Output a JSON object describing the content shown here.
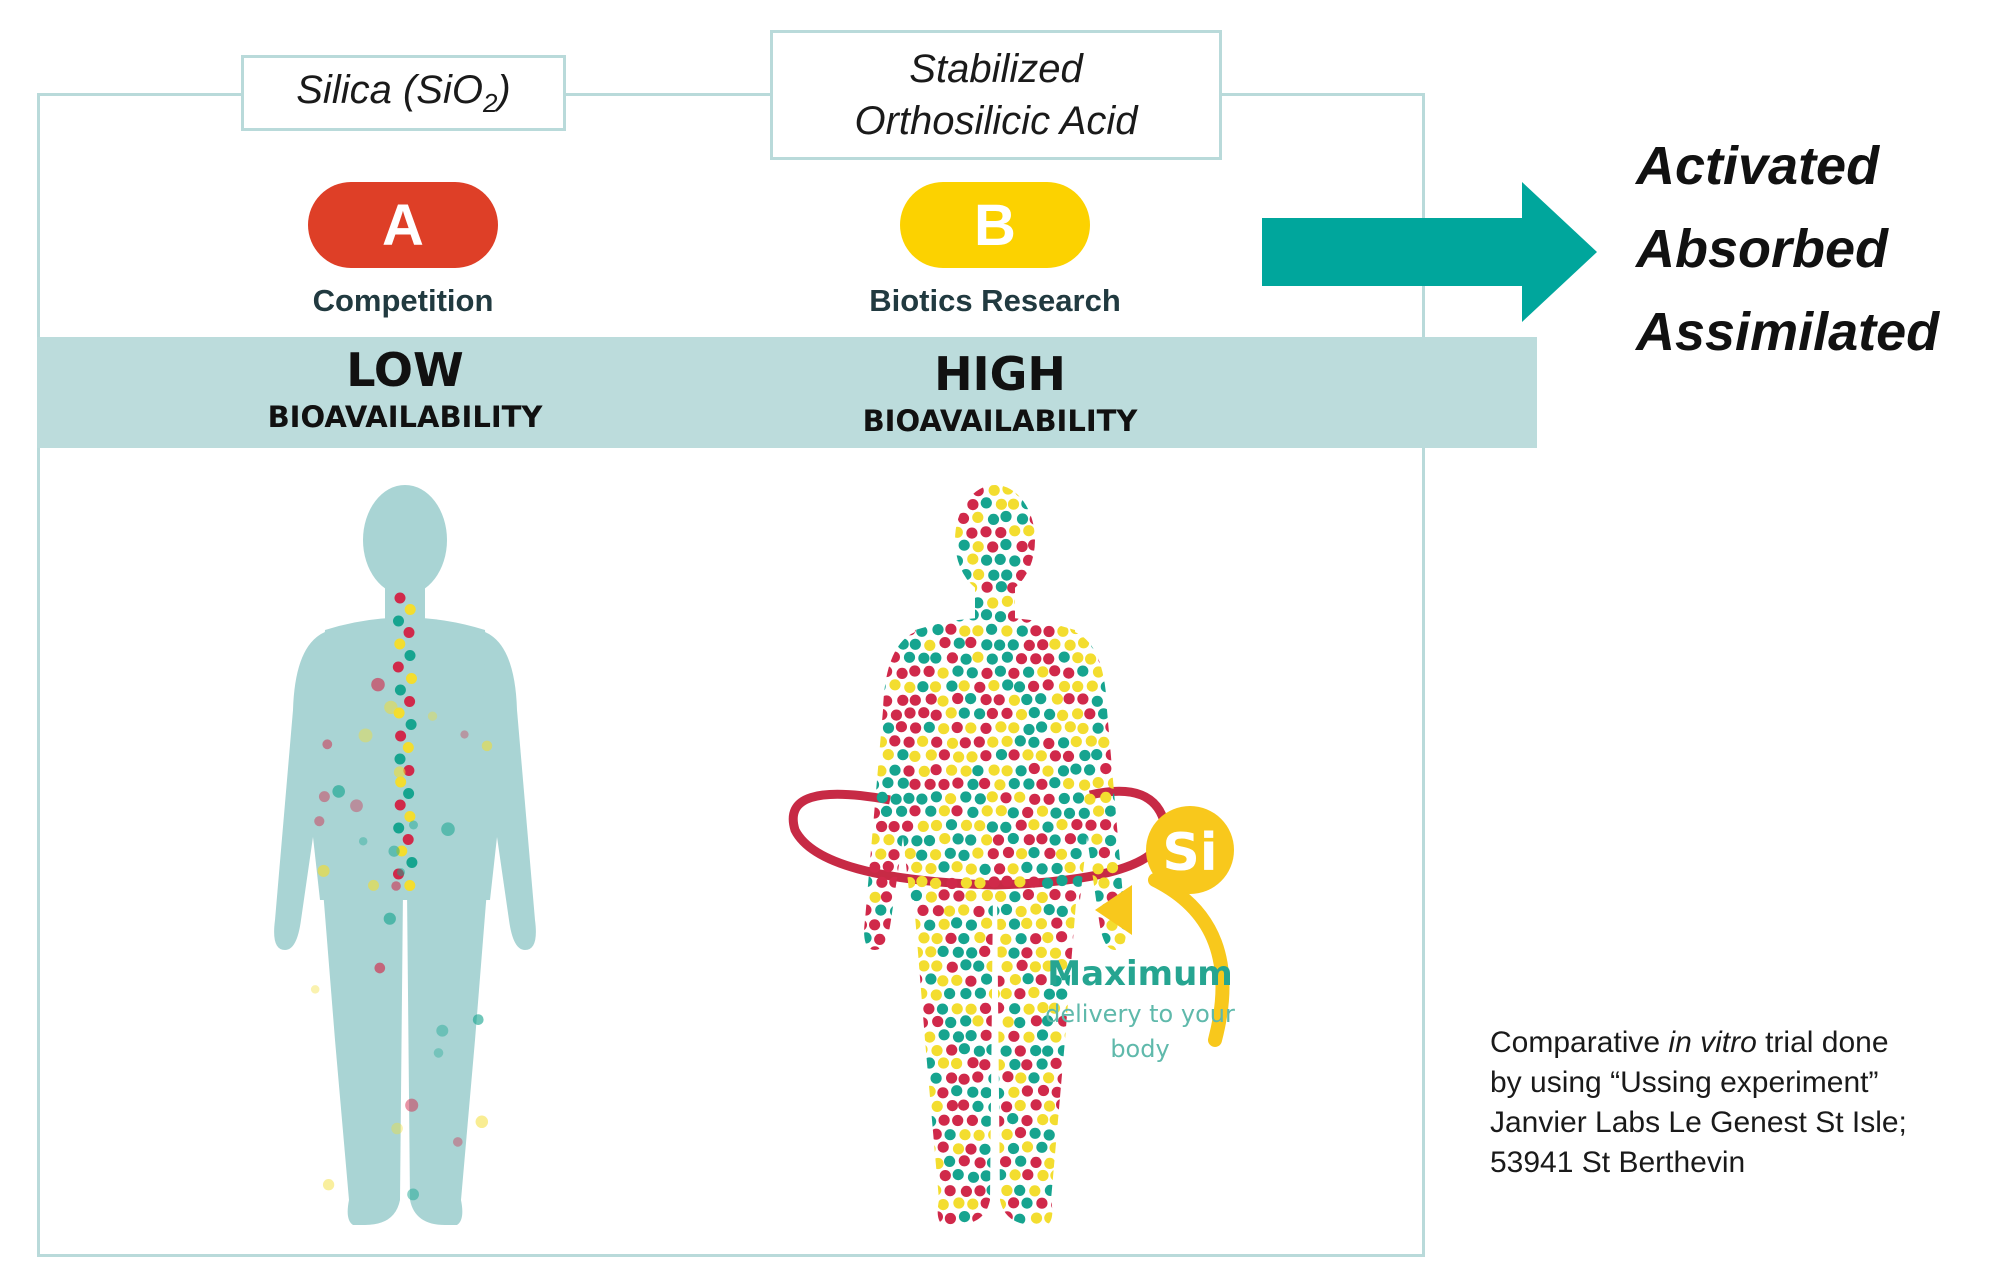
{
  "labels": {
    "silica_text": "Silica (SiO",
    "silica_sub": "2",
    "silica_close": ")",
    "stabilized_line1": "Stabilized",
    "stabilized_line2": "Orthosilicic Acid"
  },
  "products": [
    {
      "letter": "A",
      "caption": "Competition",
      "color": "#de3f27"
    },
    {
      "letter": "B",
      "caption": "Biotics Research",
      "color": "#fcd200"
    }
  ],
  "band": {
    "low_big": "LOW",
    "low_small": "BIOAVAILABILITY",
    "high_big": "HIGH",
    "high_small": "BIOAVAILABILITY"
  },
  "outcomes": [
    "Activated",
    "Absorbed",
    "Assimilated"
  ],
  "figure_b": {
    "si_badge": "Si",
    "maximum": "Maximum",
    "delivery_line1": "delivery to your",
    "delivery_line2": "body"
  },
  "note": {
    "line1_pre": "Comparative ",
    "line1_italic": "in vitro",
    "line1_post": " trial done",
    "line2": "by using “Ussing experiment”",
    "line3": "Janvier Labs Le Genest St Isle;",
    "line4": "53941 St Berthevin"
  },
  "colors": {
    "teal_arrow": "#00a69c",
    "band": "#bcdcdc",
    "body_fill": "#a9d4d4",
    "dot_red": "#d0294a",
    "dot_yellow": "#f3dd2f",
    "dot_teal": "#16a48f",
    "badge_yellow": "#f8c81c"
  }
}
